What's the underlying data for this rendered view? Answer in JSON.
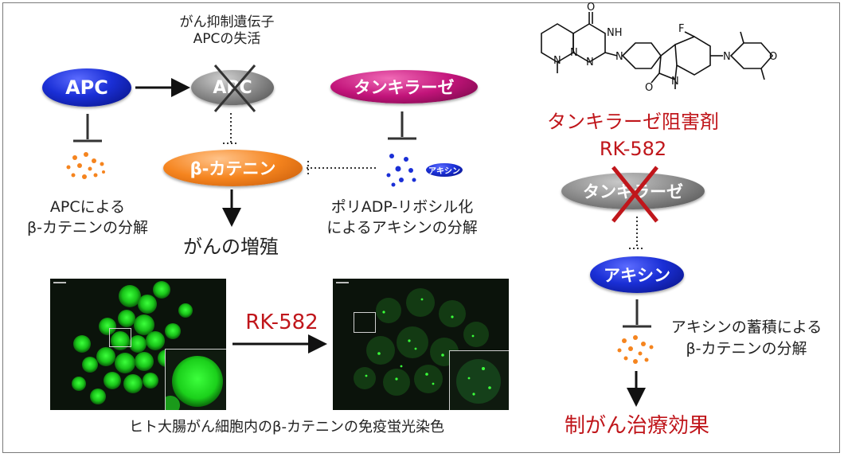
{
  "labels": {
    "apc_loss_line1": "がん抑制遺伝子",
    "apc_loss_line2": "APCの失活",
    "apc_degrade_line1": "APCによる",
    "apc_degrade_line2": "β-カテニンの分解",
    "proliferation": "がんの増殖",
    "parsylation_line1": "ポリADP-リボシル化",
    "parsylation_line2": "によるアキシンの分解",
    "inhibitor_line1": "タンキラーゼ阻害剤",
    "inhibitor_line2": "RK-582",
    "axin_accum_line1": "アキシンの蓄積による",
    "axin_accum_line2": "β-カテニンの分解",
    "therapeutic_effect": "制がん治療効果",
    "treatment_arrow_label": "RK-582",
    "micrograph_caption": "ヒト大腸がん細胞内のβ-カテニンの免疫蛍光染色"
  },
  "nodes": {
    "apc": "APC",
    "apc_inactive": "APC",
    "tankyrase": "タンキラーゼ",
    "beta_catenin": "β-カテニン",
    "axin_small": "アキシン",
    "tankyrase_inhibited": "タンキラーゼ",
    "axin": "アキシン"
  },
  "structure_atoms": {
    "o_top": "O",
    "nh": "NH",
    "n_ring1": "N",
    "n_ring2": "N",
    "n_ring3": "N",
    "n_pip": "N",
    "f": "F",
    "o_lactam": "O",
    "n_lactam": "N",
    "n_morph": "N",
    "o_morph": "O"
  },
  "colors": {
    "accent_red": "#c0161b",
    "apc_blue": "#1a2fd6",
    "tankyrase_magenta": "#c2147a",
    "beta_catenin_orange": "#f5841e",
    "fluorescence_green": "#22d422"
  }
}
